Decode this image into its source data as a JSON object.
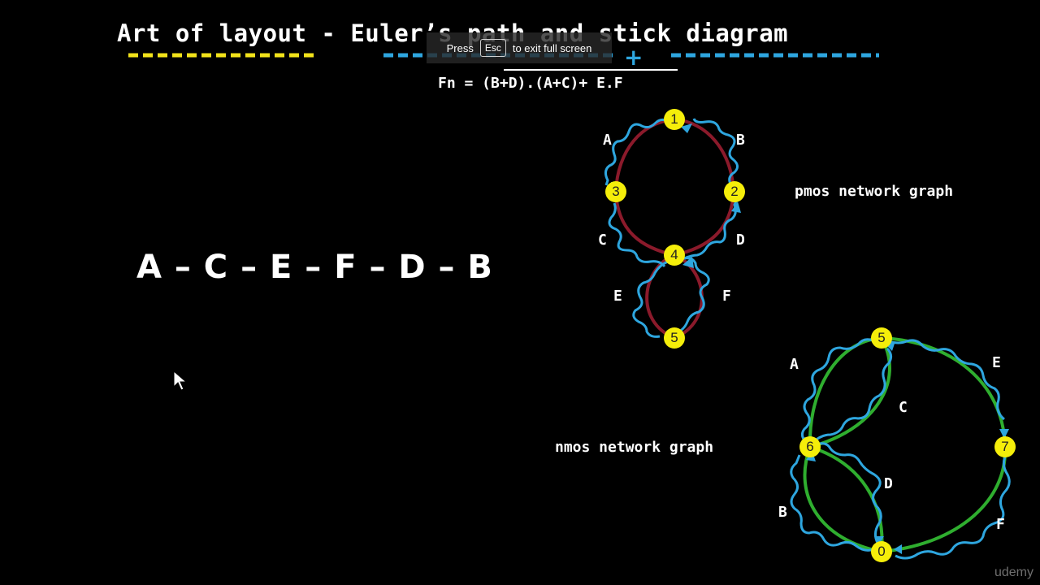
{
  "slide": {
    "title": "Art of layout - Euler’s path and stick diagram",
    "formula": "Fn = (B+D).(A+C)+ E.F",
    "euler_path": "A – C – E – F – D – B",
    "pmos_label": "pmos network graph",
    "nmos_label": "nmos network graph"
  },
  "fullscreen_banner": {
    "press": "Press",
    "key": "Esc",
    "message": "to exit full screen"
  },
  "pmos_graph": {
    "nodes": [
      "1",
      "2",
      "3",
      "4",
      "5"
    ],
    "edges": [
      "A",
      "B",
      "C",
      "D",
      "E",
      "F"
    ]
  },
  "nmos_graph": {
    "nodes": [
      "5",
      "6",
      "7",
      "0"
    ],
    "edges": [
      "A",
      "C",
      "E",
      "D",
      "B",
      "F"
    ]
  },
  "colors": {
    "background": "#000000",
    "node_fill": "#f5ee0a",
    "pmos_edge": "#8b1a2b",
    "nmos_edge": "#2fae2f",
    "euler_trace": "#2ea6df",
    "yellow_underline": "#f2e21a",
    "blue_underline": "#2ea6df"
  },
  "watermark": "udemy"
}
